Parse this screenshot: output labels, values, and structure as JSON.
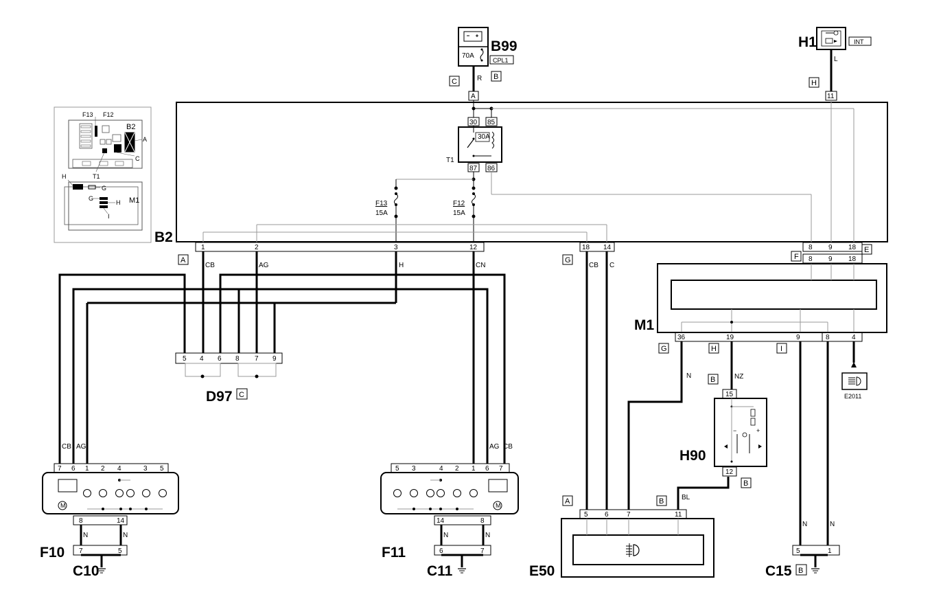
{
  "components": {
    "b99": {
      "label": "B99",
      "fuse": "70A",
      "connector": "CPL1",
      "pin": "A",
      "wire": "R",
      "tagC": "C",
      "tagB": "B"
    },
    "h1": {
      "label": "H1",
      "connector": "INT",
      "pin": "11",
      "wire": "L",
      "tag": "H"
    },
    "b2": {
      "label": "B2",
      "fuse13": "F13",
      "fuse13_rating": "15A",
      "fuse12": "F12",
      "fuse12_rating": "15A",
      "relay": "T1",
      "relay_fuse": "30A",
      "relay_pins": [
        "30",
        "85",
        "87",
        "86"
      ],
      "bottom_pins_a": [
        "1",
        "2",
        "3",
        "12"
      ],
      "bottom_pins_g": [
        "18",
        "14"
      ],
      "bottom_pins_e": [
        "8",
        "9",
        "18"
      ],
      "tagA": "A",
      "tagG": "G",
      "tagE": "E",
      "tagF": "F"
    },
    "d97": {
      "label": "D97",
      "tag": "C",
      "pins": [
        "5",
        "4",
        "6",
        "8",
        "7",
        "9"
      ]
    },
    "f10": {
      "label": "F10",
      "top_pins": [
        "7",
        "6",
        "1",
        "2",
        "4",
        "3",
        "5"
      ],
      "bottom_pins": [
        "8",
        "14"
      ],
      "wire_left": "CB",
      "wire_right": "AG"
    },
    "f11": {
      "label": "F11",
      "top_pins": [
        "5",
        "3",
        "4",
        "2",
        "1",
        "6",
        "7"
      ],
      "bottom_pins": [
        "14",
        "8"
      ],
      "wire_left": "AG",
      "wire_right": "CB"
    },
    "c10": {
      "label": "C10",
      "pins": [
        "7",
        "5"
      ]
    },
    "c11": {
      "label": "C11",
      "pins": [
        "6",
        "7"
      ]
    },
    "c15": {
      "label": "C15",
      "tag": "B",
      "pins": [
        "5",
        "1"
      ]
    },
    "m1": {
      "label": "M1",
      "top_pins": [
        "8",
        "9",
        "18"
      ],
      "bottom_pins": [
        "36",
        "19",
        "9",
        "8",
        "4"
      ],
      "tagG": "G",
      "tagH": "H",
      "tagI": "I"
    },
    "h90": {
      "label": "H90",
      "pins": [
        "15",
        "12"
      ],
      "tagTop": "B",
      "tagBottom": "B"
    },
    "e50": {
      "label": "E50",
      "pins": [
        "5",
        "6",
        "7",
        "11"
      ],
      "tagA": "A",
      "tagB": "B"
    },
    "e2011": {
      "label": "E2011"
    }
  },
  "wires": {
    "b2_1": "CB",
    "b2_2": "AG",
    "b2_3": "H",
    "b2_12": "CN",
    "b2_18": "CB",
    "b2_14": "C",
    "m1_36": "N",
    "m1_19": "NZ",
    "h90_12": "BL",
    "f10_gnd_left": "N",
    "f10_gnd_right": "N",
    "f11_gnd_left": "N",
    "f11_gnd_right": "N",
    "c15_left": "N",
    "c15_right": "N"
  },
  "inset": {
    "labels": {
      "f13": "F13",
      "f12": "F12",
      "b2": "B2",
      "a": "A",
      "t1": "T1",
      "c": "C",
      "h": "H",
      "g": "G",
      "m1": "M1",
      "g2": "G",
      "h2": "H",
      "i": "I"
    }
  }
}
